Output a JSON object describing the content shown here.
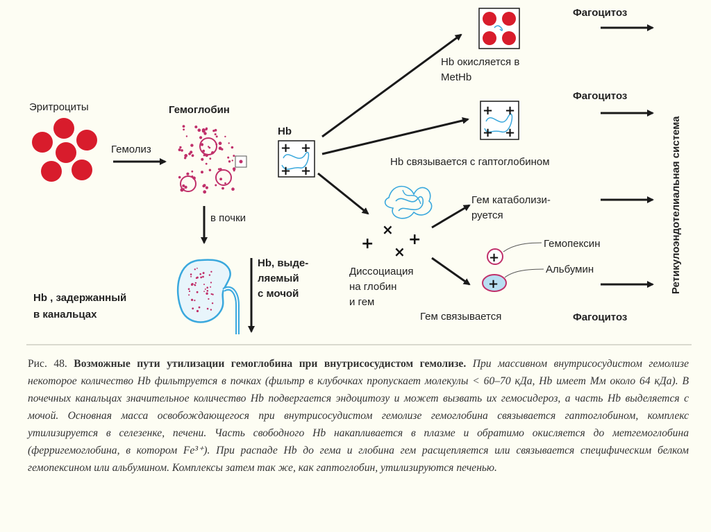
{
  "labels": {
    "erythrocytes": "Эритроциты",
    "hemolysis": "Гемолиз",
    "hemoglobin": "Гемоглобин",
    "hb": "Hb",
    "to_kidneys": "в почки",
    "hb_oxidized_1": "Hb окисляется в",
    "hb_oxidized_2": "MetHb",
    "hb_haptoglobin": "Hb связывается с гаптоглобином",
    "heme_catabolized_1": "Гем катаболизи-",
    "heme_catabolized_2": "руется",
    "hemopexin": "Гемопексин",
    "albumin": "Альбумин",
    "dissociation_1": "Диссоциация",
    "dissociation_2": "на глобин",
    "dissociation_3": "и гем",
    "heme_binds": "Гем связывается",
    "hb_urine_1": "Hb, выде-",
    "hb_urine_2": "ляемый",
    "hb_urine_3": "с мочой",
    "hb_retained_1": "Hb , задержанный",
    "hb_retained_2": "в канальцах",
    "phagocytosis_1": "Фагоцитоз",
    "phagocytosis_2": "Фагоцитоз",
    "phagocytosis_3": "Фагоцитоз",
    "res": "Ретикулоэндотелиальная система"
  },
  "caption": {
    "number": "Рис. 48.",
    "title": "Возможные пути утилизации гемоглобина при внутрисосудистом гемолизе.",
    "body": "При массивном внутрисосудистом гемолизе некоторое количество Hb фильтруется в почках (фильтр в клубочках пропускает молекулы < 60–70 кДа, Hb имеет Мм около 64 кДа). В почечных канальцах значительное количество Hb подвергается эндоцитозу и может вызвать их гемосидероз, а часть Hb выделяется с мочой. Основная масса освобождающегося при внутрисосудистом гемолизе гемоглобина связывается гаптоглобином, комплекс утилизируется в селезенке, печени. Часть свободного Hb накапливается в плазме и обратимо окисляется до метгемоглобина (ферригемоглобина, в котором Fe³⁺). При распаде Hb до гема и глобина гем расщепляется или связывается специфическим белком гемопексином или альбумином. Комплексы затем так же, как гаптоглобин, утилизируются печенью."
  },
  "colors": {
    "cell_red": "#d81c2c",
    "speckle": "#c0306a",
    "globin_blue": "#3aa8dd",
    "kidney_blue": "#b8dff2",
    "ink": "#1a1a1a"
  }
}
